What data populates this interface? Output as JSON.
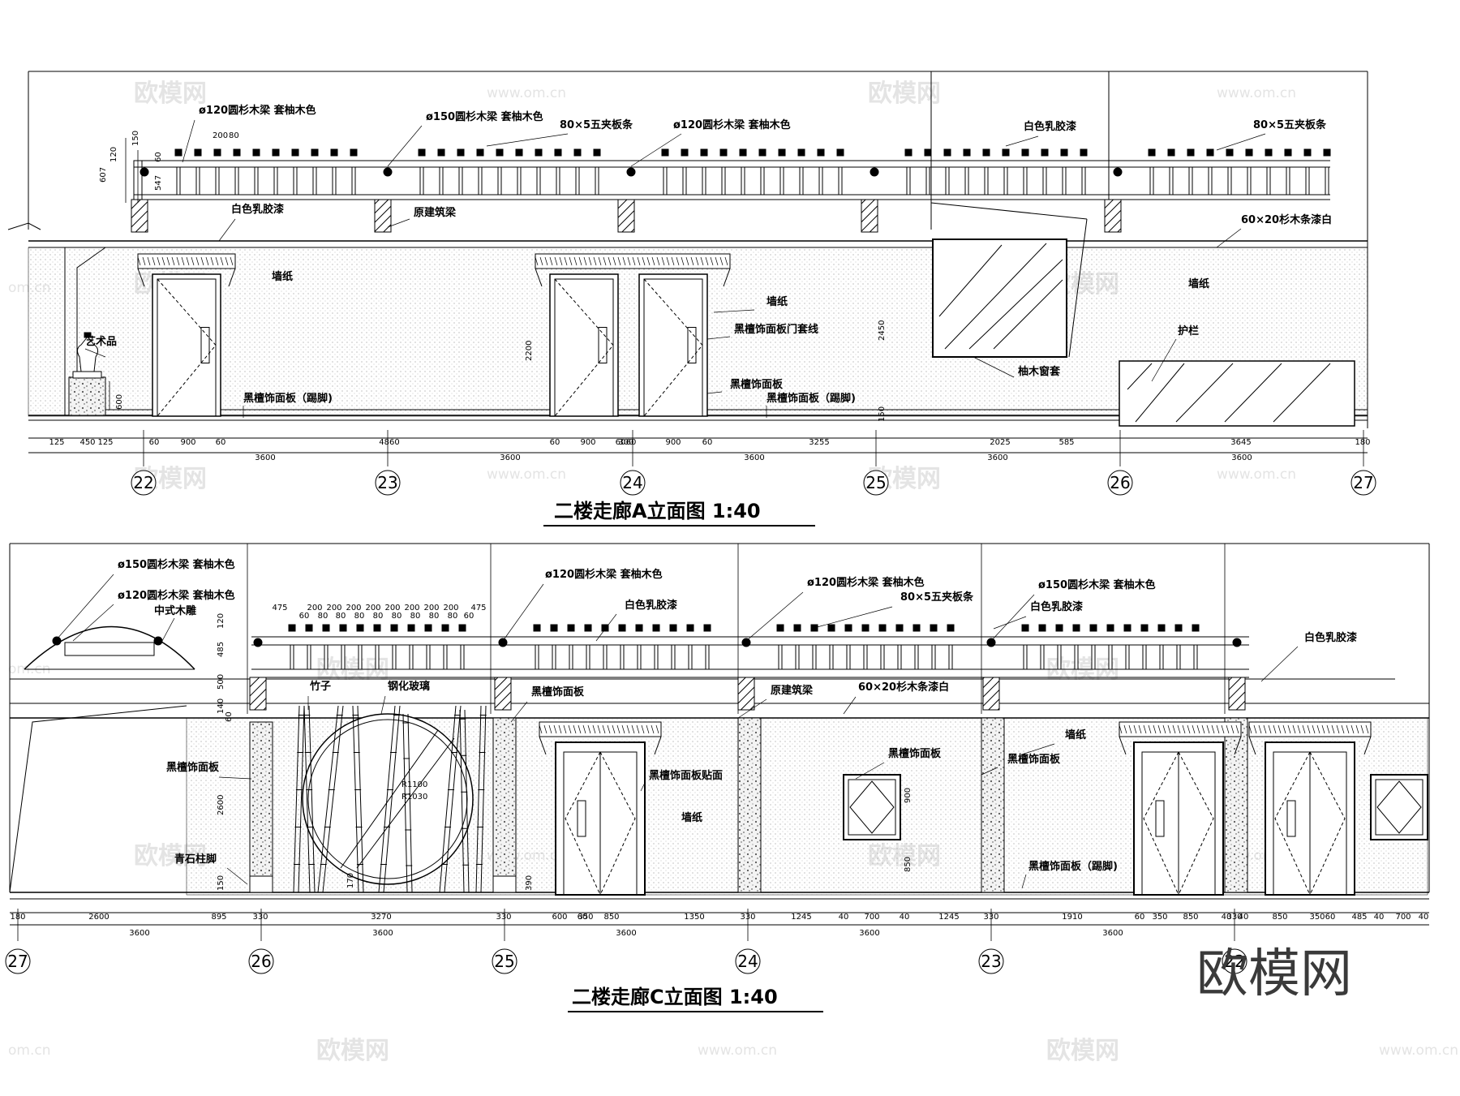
{
  "elevation_a": {
    "title": "二楼走廊A立面图  1:40",
    "labels": [
      "ø120圆杉木梁 套柚木色",
      "ø150圆杉木梁 套柚木色",
      "80×5五夹板条",
      "ø120圆杉木梁 套柚木色",
      "白色乳胶漆",
      "80×5五夹板条",
      "白色乳胶漆",
      "原建筑梁",
      "60×20杉木条漆白",
      "墙纸",
      "墙纸",
      "墙纸",
      "艺术品",
      "黑檀饰面板门套线",
      "黑檀饰面板",
      "黑檀饰面板（踢脚)",
      "黑檀饰面板（踢脚)",
      "柚木窗套",
      "护栏"
    ],
    "axes": [
      "22",
      "23",
      "24",
      "25",
      "26",
      "27"
    ],
    "bay_dims": [
      "3600",
      "3600",
      "3600",
      "3600",
      "3600"
    ],
    "detail_dims": [
      "125",
      "450",
      "125",
      "60",
      "900",
      "60",
      "4860",
      "60",
      "900",
      "60",
      "300",
      "60",
      "900",
      "60",
      "3255",
      "2025",
      "585",
      "3645",
      "180"
    ],
    "vert_dims": [
      "150",
      "120",
      "607",
      "60",
      "547",
      "2200",
      "2450",
      "600",
      "150"
    ],
    "small_dims": [
      "200",
      "80"
    ]
  },
  "elevation_c": {
    "title": "二楼走廊C立面图 1:40",
    "labels": [
      "ø150圆杉木梁 套柚木色",
      "ø120圆杉木梁 套柚木色",
      "中式木雕",
      "ø120圆杉木梁 套柚木色",
      "白色乳胶漆",
      "ø120圆杉木梁 套柚木色",
      "80×5五夹板条",
      "ø150圆杉木梁 套柚木色",
      "白色乳胶漆",
      "白色乳胶漆",
      "竹子",
      "钢化玻璃",
      "黑檀饰面板",
      "原建筑梁",
      "60×20杉木条漆白",
      "黑檀饰面板",
      "黑檀饰面板贴面",
      "黑檀饰面板",
      "墙纸",
      "黑檀饰面板",
      "墙纸",
      "青石柱脚",
      "黑檀饰面板（踢脚)",
      "R1100",
      "R1030"
    ],
    "axes": [
      "27",
      "26",
      "25",
      "24",
      "23",
      "22"
    ],
    "bay_dims": [
      "3600",
      "3600",
      "3600",
      "3600",
      "3600"
    ],
    "detail_dims": [
      "180",
      "2600",
      "895",
      "330",
      "3270",
      "330",
      "600",
      "60",
      "350",
      "850",
      "1350",
      "330",
      "1245",
      "40",
      "700",
      "40",
      "1245",
      "330",
      "1910",
      "60",
      "350",
      "850",
      "40",
      "330",
      "40",
      "850",
      "350",
      "60",
      "485",
      "40",
      "700",
      "40"
    ],
    "vert_dims": [
      "120",
      "485",
      "500",
      "140",
      "60",
      "2600",
      "150",
      "900",
      "850",
      "390",
      "170"
    ],
    "rail_dims": [
      "475",
      "200",
      "200",
      "200",
      "200",
      "200",
      "200",
      "200",
      "200",
      "475",
      "60",
      "80",
      "80",
      "80",
      "80",
      "80",
      "80",
      "80",
      "80",
      "60"
    ]
  },
  "watermarks": {
    "logo": "欧模网",
    "url": "www.om.cn",
    "short_url": "om.cn"
  },
  "brand": "欧模网"
}
